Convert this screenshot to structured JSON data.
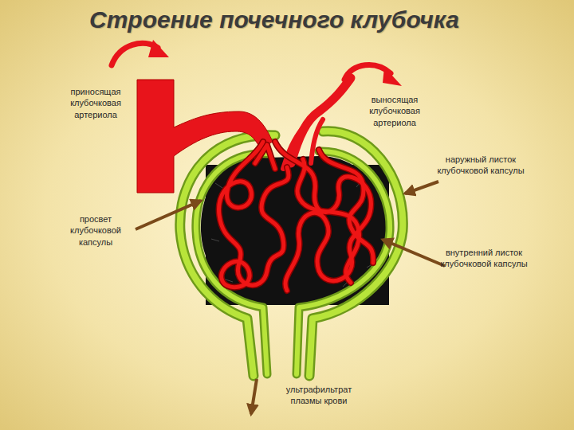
{
  "diagram": {
    "title": "Строение почечного клубочка",
    "labels": [
      "приносящая клубочковая артериола",
      "выносящая клубочковая артериола",
      "наружный листок клубочковой капсулы",
      "просвет клубочковой капсулы",
      "внутренний листок клубочковой капсулы",
      "ультрафильтрат плазмы крови"
    ]
  }
}
